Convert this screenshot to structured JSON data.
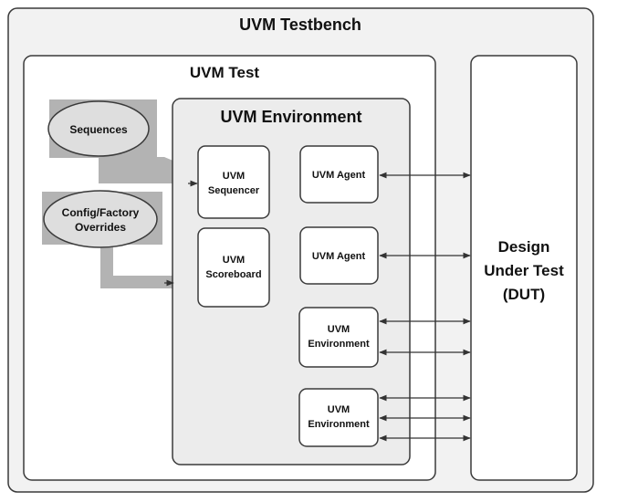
{
  "testbench": {
    "title": "UVM Testbench"
  },
  "test": {
    "title": "UVM Test"
  },
  "environment": {
    "title": "UVM Environment"
  },
  "sequences": {
    "label": "Sequences"
  },
  "config_overrides": {
    "line1": "Config/Factory",
    "line2": "Overrides"
  },
  "sequencer": {
    "line1": "UVM",
    "line2": "Sequencer"
  },
  "scoreboard": {
    "line1": "UVM",
    "line2": "Scoreboard"
  },
  "agents": [
    {
      "label": "UVM Agent"
    },
    {
      "label": "UVM Agent"
    }
  ],
  "sub_environments": [
    {
      "line1": "UVM",
      "line2": "Environment"
    },
    {
      "line1": "UVM",
      "line2": "Environment"
    }
  ],
  "dut": {
    "line1": "Design",
    "line2": "Under Test",
    "line3": "(DUT)"
  },
  "colors": {
    "outer_fill": "#f2f2f2",
    "panel_fill": "#ffffff",
    "env_fill": "#ececec",
    "box_fill": "#ffffff",
    "ellipse_fill": "#dedede",
    "shadow": "#b3b3b3",
    "stroke": "#3a3a3a",
    "arrow": "#333333"
  }
}
